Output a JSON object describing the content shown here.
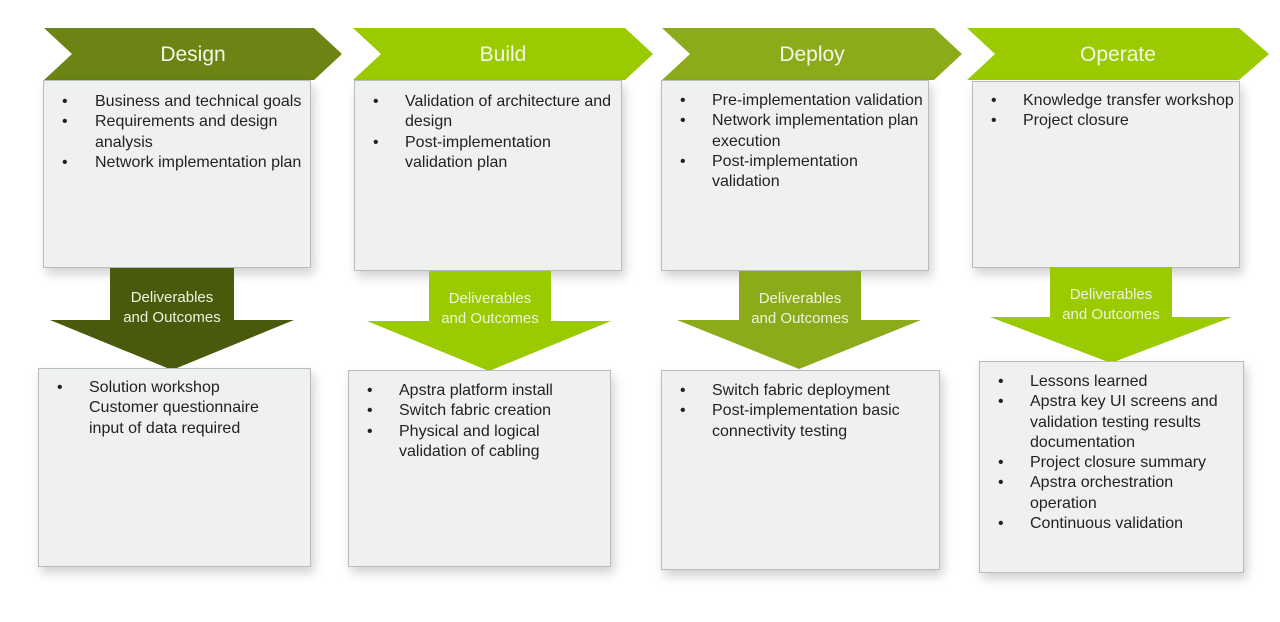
{
  "diagram": {
    "phases": [
      {
        "title": "Design",
        "color": "#4a5a0d",
        "activities": [
          "Business and technical goals",
          "Requirements and design analysis",
          "Network implementation plan"
        ],
        "deliverables_label": [
          "Deliverables",
          "and Outcomes"
        ],
        "deliverables": [
          "Solution workshop Customer questionnaire input of data required"
        ]
      },
      {
        "title": "Build",
        "color": "#6b8414",
        "activities": [
          "Validation of architecture and design",
          "Post-implementation validation plan"
        ],
        "deliverables_label": [
          "Deliverables",
          "and Outcomes"
        ],
        "deliverables": [
          "Apstra platform install",
          "Switch fabric creation",
          "Physical and logical validation of cabling"
        ]
      },
      {
        "title": "Deploy",
        "color": "#8cab1b",
        "activities": [
          "Pre-implementation validation",
          "Network implementation plan execution",
          "Post-implementation validation"
        ],
        "deliverables_label": [
          "Deliverables",
          "and Outcomes"
        ],
        "deliverables": [
          "Switch fabric deployment",
          "Post-implementation basic connectivity testing"
        ]
      },
      {
        "title": "Operate",
        "color": "#9acb00",
        "activities": [
          "Knowledge transfer workshop",
          "Project closure"
        ],
        "deliverables_label": [
          "Deliverables",
          "and Outcomes"
        ],
        "deliverables": [
          "Lessons learned",
          "Apstra key UI screens and validation testing results documentation",
          "Project closure summary",
          "Apstra orchestration operation",
          "Continuous validation"
        ]
      }
    ],
    "bullet_glyph": "•"
  }
}
